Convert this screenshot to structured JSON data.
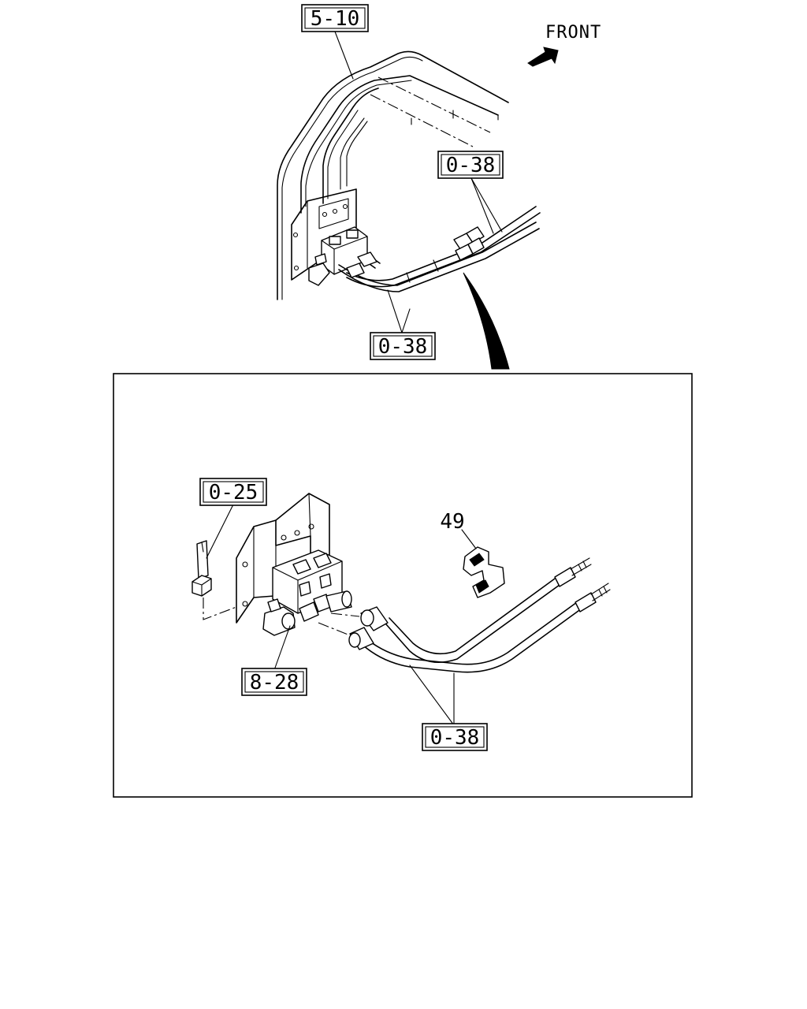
{
  "orientation": {
    "label": "FRONT"
  },
  "callouts": {
    "top_frame": "5-10",
    "top_pipes_upper": "0-38",
    "top_pipes_lower": "0-38",
    "detail_bolt": "0-25",
    "detail_clip": "49",
    "detail_valve": "8-28",
    "detail_pipes": "0-38"
  },
  "icons": {
    "front_arrow": "front-arrow-icon",
    "zoom_pointer": "detail-pointer-icon"
  },
  "colors": {
    "ink": "#000000",
    "paper": "#ffffff"
  }
}
